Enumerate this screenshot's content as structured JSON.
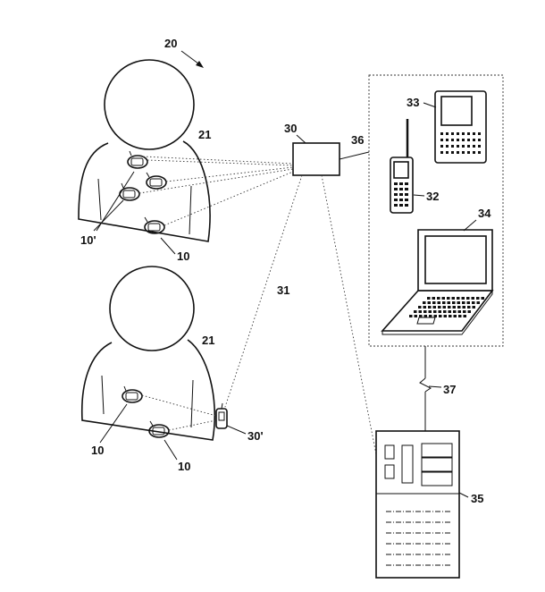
{
  "labels": {
    "system": "20",
    "person_top": "21",
    "person_bottom": "21",
    "sensors_group": "10'",
    "sensor_top": "10",
    "sensor_bottom_left": "10",
    "sensor_bottom_right": "10",
    "hub": "30",
    "hub_portable": "30'",
    "link_wireless": "31",
    "link_hub_devices": "36",
    "link_devices_server": "37",
    "pda": "33",
    "phone": "32",
    "laptop": "34",
    "server": "35"
  }
}
